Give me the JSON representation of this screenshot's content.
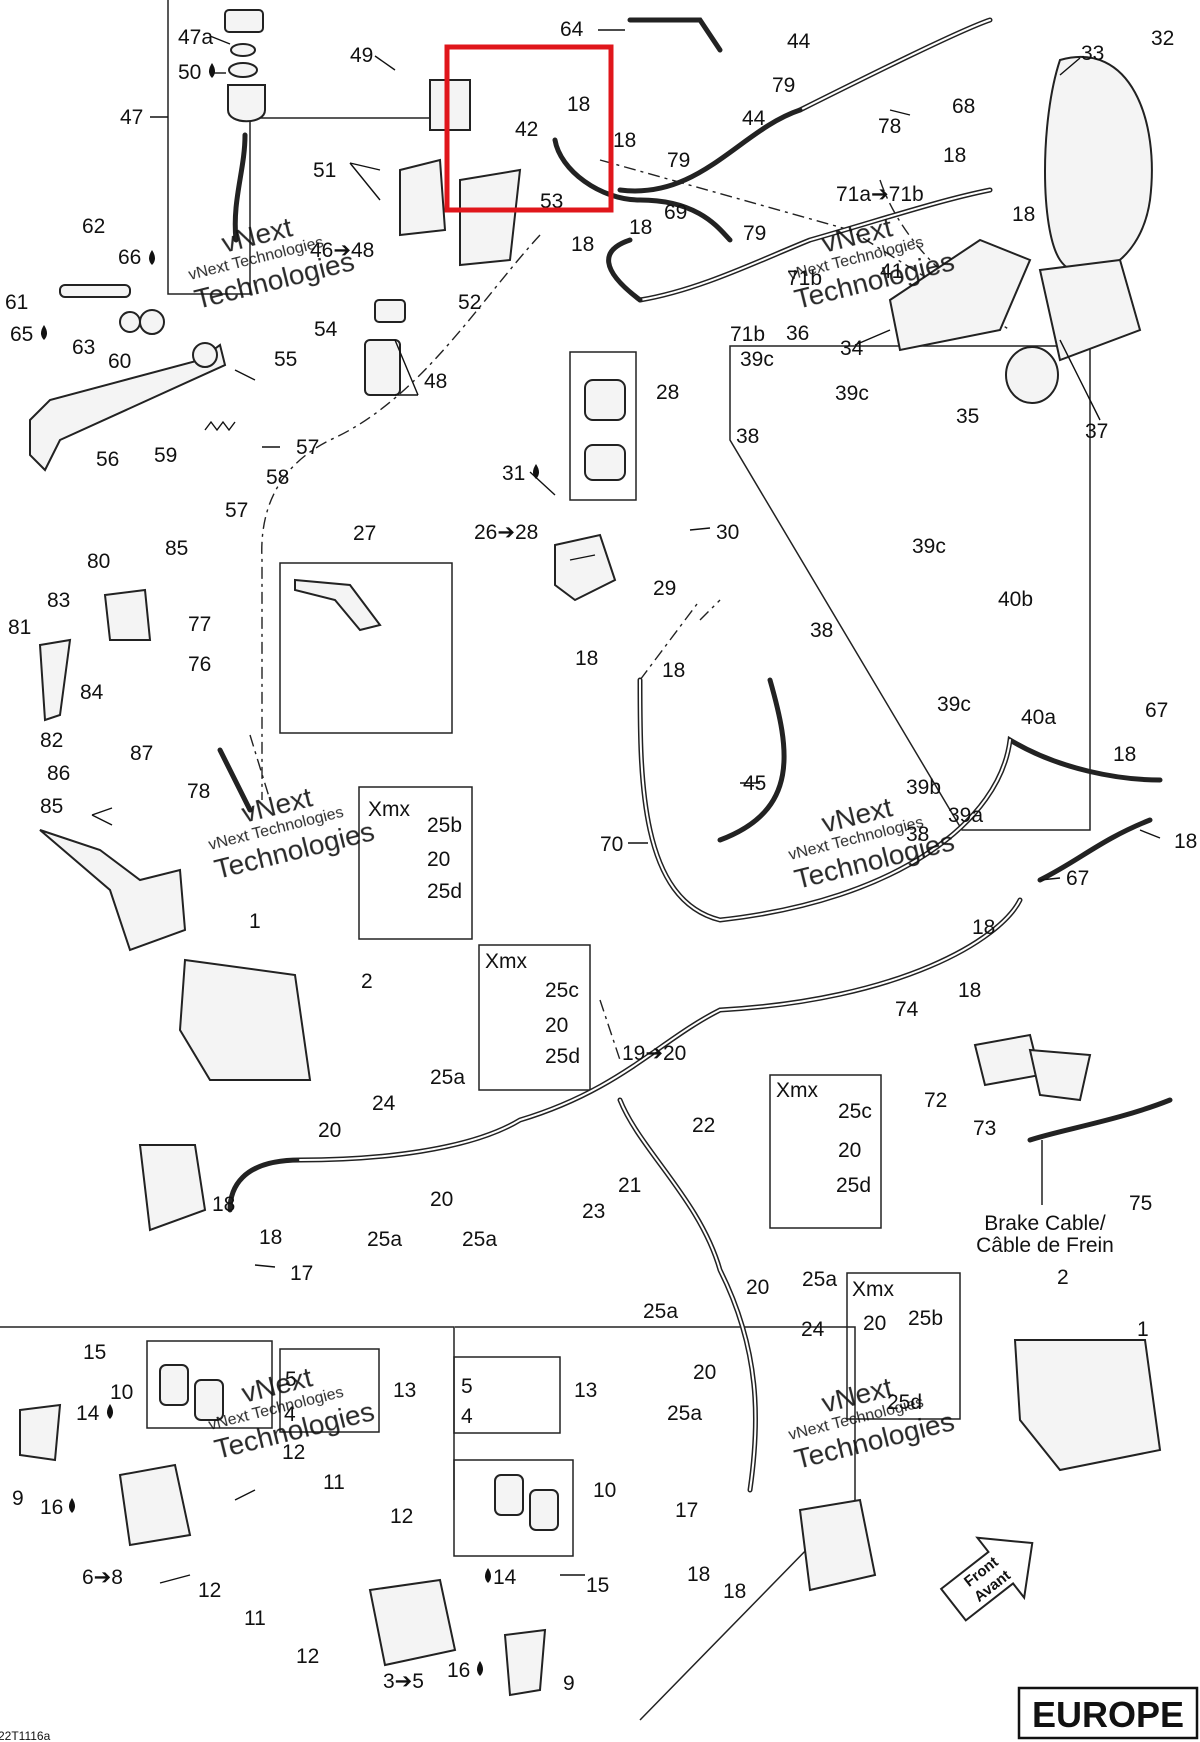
{
  "drawing_code": "22T1116a",
  "region_badge": "EUROPE",
  "brake_cable_label": [
    "Brake Cable/",
    "Câble de Frein"
  ],
  "front_arrow": [
    "Front",
    "Avant"
  ],
  "watermark": {
    "line1": "vNext",
    "line2": "vNext Technologies",
    "line3": "Technologies"
  },
  "xmx_label": "Xmx",
  "highlight_color": "#e0161b",
  "callouts": {
    "c47a": "47a",
    "c47": "47",
    "c50": "50",
    "c49": "49",
    "c64": "64",
    "c42": "42",
    "c18a": "18",
    "c18b": "18",
    "c53": "53",
    "c79a": "79",
    "c44a": "44",
    "c44b": "44",
    "c79b": "79",
    "c78a": "78",
    "c79c": "79",
    "c69": "69",
    "c51": "51",
    "c46": "46➔48",
    "c52": "52",
    "c18c": "18",
    "c18d": "18",
    "c71b": "71b",
    "c71ab": "71a➔71b",
    "c71b2": "71b",
    "c36": "36",
    "c41": "41",
    "c34": "34",
    "c35": "35",
    "c37": "37",
    "c33": "33",
    "c32": "32",
    "c68": "68",
    "c18e": "18",
    "c18f": "18",
    "c62": "62",
    "c66": "66",
    "c61": "61",
    "c65": "65",
    "c63": "63",
    "c60": "60",
    "c56": "56",
    "c54": "54",
    "c55": "55",
    "c48": "48",
    "c59": "59",
    "c57a": "57",
    "c58": "58",
    "c57b": "57",
    "c28": "28",
    "c39c1": "39c",
    "c39c2": "39c",
    "c38a": "38",
    "c31": "31",
    "c26": "26➔28",
    "c30": "30",
    "c29": "29",
    "c39c3": "39c",
    "c40b": "40b",
    "c38b": "38",
    "c27": "27",
    "c18g": "18",
    "c18h": "18",
    "c39c4": "39c",
    "c40a": "40a",
    "c39b": "39b",
    "c39a": "39a",
    "c38c": "38",
    "c45": "45",
    "c70": "70",
    "c67a": "67",
    "c18i": "18",
    "c18j": "18",
    "c67b": "67",
    "c18k": "18",
    "c18l": "18",
    "c80": "80",
    "c85a": "85",
    "c83": "83",
    "c81": "81",
    "c77": "77",
    "c76": "76",
    "c84": "84",
    "c82": "82",
    "c87": "87",
    "c86": "86",
    "c85b": "85",
    "c78b": "78",
    "c25b": "25b",
    "c20a": "20",
    "c25d1": "25d",
    "c25c1": "25c",
    "c20b": "20",
    "c25d2": "25d",
    "c1a": "1",
    "c2a": "2",
    "c74": "74",
    "c72": "72",
    "c73": "73",
    "c75": "75",
    "c19": "19➔20",
    "c22": "22",
    "c21": "21",
    "c23": "23",
    "c24a": "24",
    "c25a1": "25a",
    "c20c": "20",
    "c20d": "20",
    "c25a2": "25a",
    "c25a3": "25a",
    "c18m": "18",
    "c18n": "18",
    "c17a": "17",
    "c25c2": "25c",
    "c20e": "20",
    "c25d3": "25d",
    "c20f": "20",
    "c25a4": "25a",
    "c25a5": "25a",
    "c24b": "24",
    "c20g": "20",
    "c25b2": "25b",
    "c25d4": "25d",
    "c20h": "20",
    "c25a6": "25a",
    "c2b": "2",
    "c1b": "1",
    "c15a": "15",
    "c10a": "10",
    "c5a": "5",
    "c4a": "4",
    "c13a": "13",
    "c14a": "14",
    "c9a": "9",
    "c16a": "16",
    "c12a": "12",
    "c11a": "11",
    "c12b": "12",
    "c6": "6➔8",
    "c12c": "12",
    "c11b": "11",
    "c12d": "12",
    "c5b": "5",
    "c4b": "4",
    "c13b": "13",
    "c10b": "10",
    "c15b": "15",
    "c14b": "14",
    "c16b": "16",
    "c3": "3➔5",
    "c9b": "9",
    "c17b": "17",
    "c18o": "18",
    "c18p": "18"
  }
}
